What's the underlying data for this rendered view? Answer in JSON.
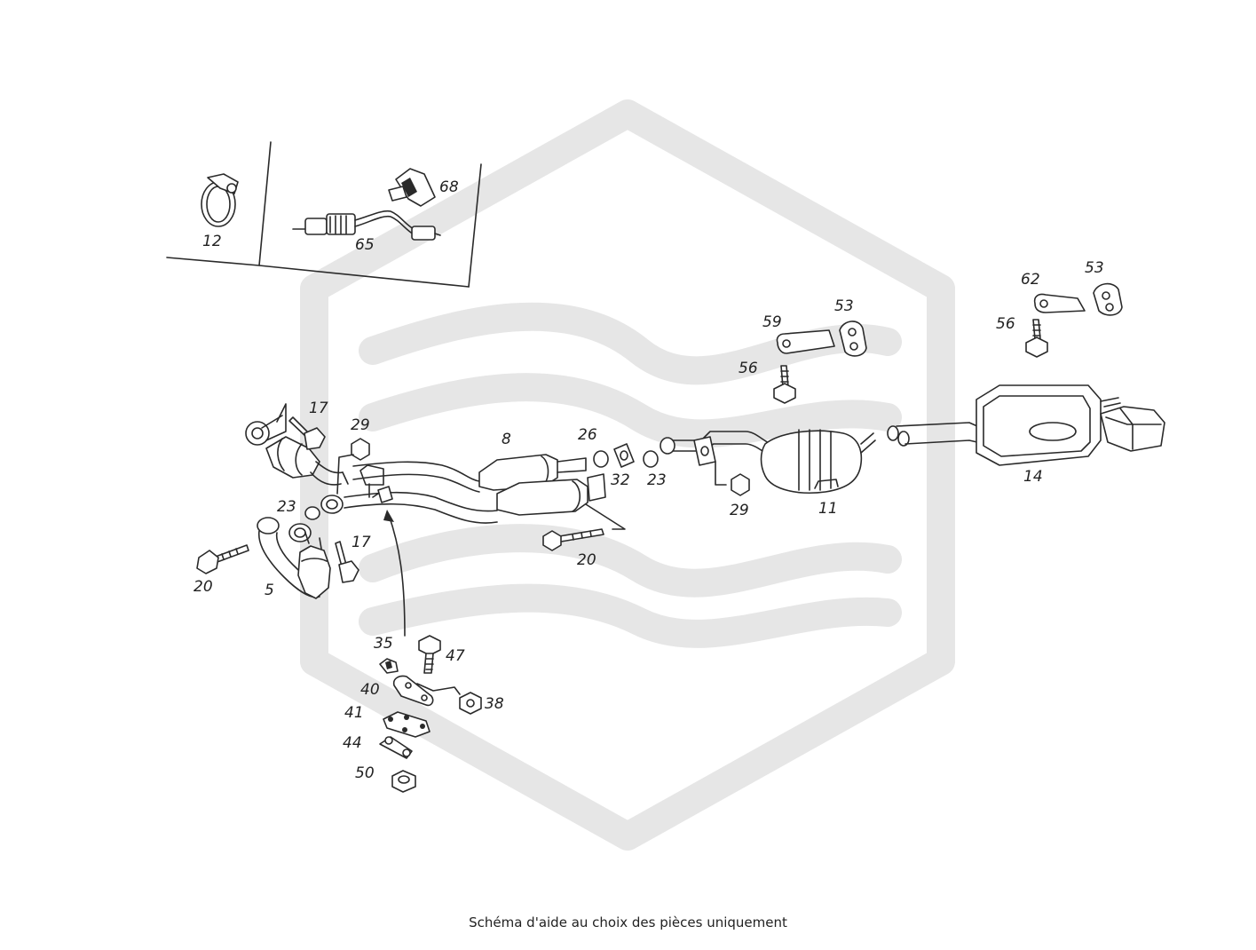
{
  "caption": "Schéma d'aide au choix des pièces uniquement",
  "colors": {
    "line": "#2a2a2a",
    "watermark": "#e6e6e6",
    "background": "#ffffff"
  },
  "watermark": {
    "icon": "hexagon-logo-watermark"
  },
  "inset": {
    "labels": {
      "p12": "12",
      "p65": "65",
      "p68": "68"
    }
  },
  "labels": {
    "p5": "5",
    "p8": "8",
    "p11": "11",
    "p14": "14",
    "p17a": "17",
    "p17b": "17",
    "p20a": "20",
    "p20b": "20",
    "p23a": "23",
    "p23b": "23",
    "p26": "26",
    "p29a": "29",
    "p29b": "29",
    "p32": "32",
    "p35": "35",
    "p38": "38",
    "p40": "40",
    "p41": "41",
    "p44": "44",
    "p47": "47",
    "p50": "50",
    "p53a": "53",
    "p53b": "53",
    "p56a": "56",
    "p56b": "56",
    "p59": "59",
    "p62": "62"
  }
}
